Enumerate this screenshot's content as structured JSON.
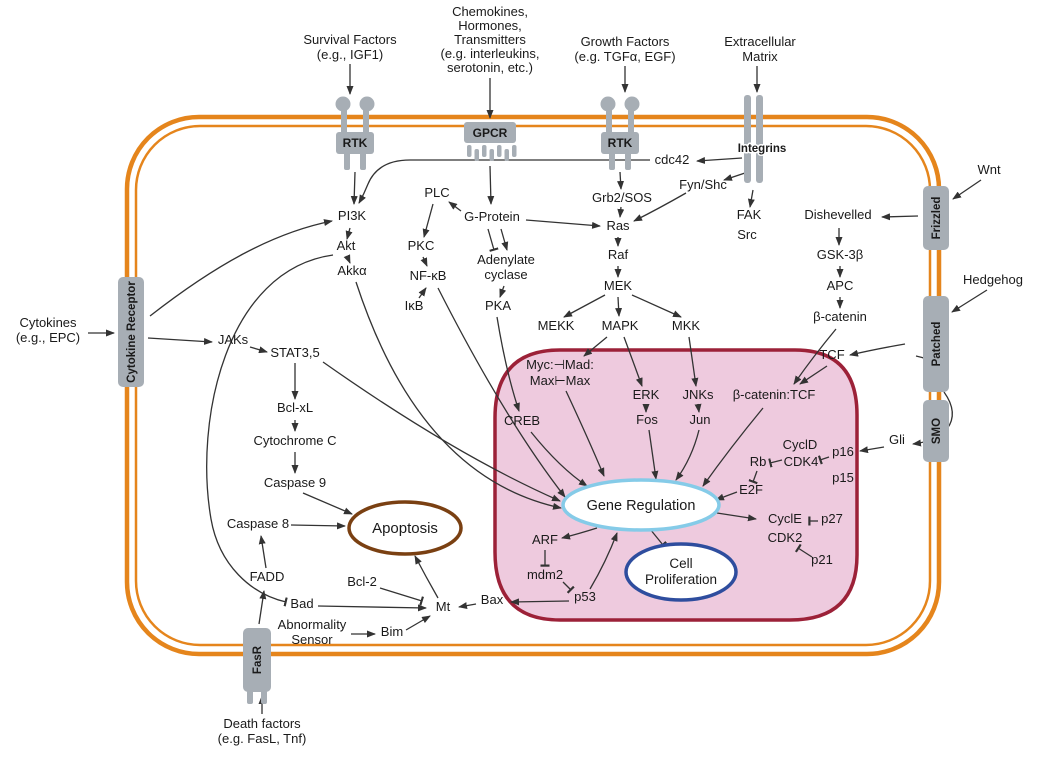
{
  "colors": {
    "membrane": "#E5851C",
    "receptor": "#A7AEB5",
    "region_fill": "#EECADE",
    "region_stroke": "#9C2138",
    "gene_regulation_stroke": "#85CBE8",
    "cell_proliferation_stroke": "#2E4D9E",
    "apoptosis_stroke": "#7A4012",
    "arrow": "#333333"
  },
  "external": {
    "survival_1": "Survival Factors",
    "survival_2": "(e.g., IGF1)",
    "chemokines_1": "Chemokines,",
    "chemokines_2": "Hormones,",
    "chemokines_3": "Transmitters",
    "chemokines_4": "(e.g. interleukins,",
    "chemokines_5": "serotonin, etc.)",
    "growth_1": "Growth Factors",
    "growth_2": "(e.g. TGFα, EGF)",
    "ecm_1": "Extracellular",
    "ecm_2": "Matrix",
    "wnt": "Wnt",
    "hedgehog": "Hedgehog",
    "cytokines_1": "Cytokines",
    "cytokines_2": "(e.g., EPC)",
    "death_1": "Death factors",
    "death_2": "(e.g. FasL, Tnf)"
  },
  "receptors": {
    "rtk": "RTK",
    "gpcr": "GPCR",
    "integrins": "Integrins",
    "cytokine_receptor": "Cytokine Receptor",
    "fasr": "FasR",
    "frizzled": "Frizzled",
    "patched": "Patched",
    "smo": "SMO"
  },
  "nodes": {
    "cdc42": "cdc42",
    "fyn_shc": "Fyn/Shc",
    "fak": "FAK",
    "src": "Src",
    "grb2_sos": "Grb2/SOS",
    "ras": "Ras",
    "raf": "Raf",
    "mek": "MEK",
    "mekk": "MEKK",
    "mapk": "MAPK",
    "mkk": "MKK",
    "erk": "ERK",
    "jnks": "JNKs",
    "fos": "Fos",
    "jun": "Jun",
    "plc": "PLC",
    "g_protein": "G-Protein",
    "pi3k": "PI3K",
    "akt": "Akt",
    "akka": "Akkα",
    "pkc": "PKC",
    "nfkb": "NF-κB",
    "ikb": "IκB",
    "adenylate_1": "Adenylate",
    "adenylate_2": "cyclase",
    "pka": "PKA",
    "creb": "CREB",
    "myc_max_1": "Myc:⊣Mad:",
    "myc_max_2": "Max⊢Max",
    "jaks": "JAKs",
    "stat35": "STAT3,5",
    "bclxl": "Bcl-xL",
    "cytochrome_c": "Cytochrome C",
    "caspase9": "Caspase 9",
    "caspase8": "Caspase 8",
    "fadd": "FADD",
    "bad": "Bad",
    "bcl2": "Bcl-2",
    "mt": "Mt",
    "bax": "Bax",
    "bim": "Bim",
    "abnormality_1": "Abnormality",
    "abnormality_2": "Sensor",
    "p53": "p53",
    "mdm2": "mdm2",
    "arf": "ARF",
    "dishevelled": "Dishevelled",
    "gsk3b": "GSK-3β",
    "apc": "APC",
    "b_catenin": "β-catenin",
    "tcf": "TCF",
    "b_catenin_tcf": "β-catenin:TCF",
    "gli": "Gli",
    "cycld": "CyclD",
    "cdk4": "CDK4",
    "p16": "p16",
    "p15": "p15",
    "rb": "Rb",
    "e2f": "E2F",
    "cycle": "CyclE",
    "cdk2": "CDK2",
    "p27": "p27",
    "p21": "p21"
  },
  "compartments": {
    "gene_regulation": "Gene Regulation",
    "cell_proliferation_1": "Cell",
    "cell_proliferation_2": "Proliferation",
    "apoptosis": "Apoptosis"
  }
}
